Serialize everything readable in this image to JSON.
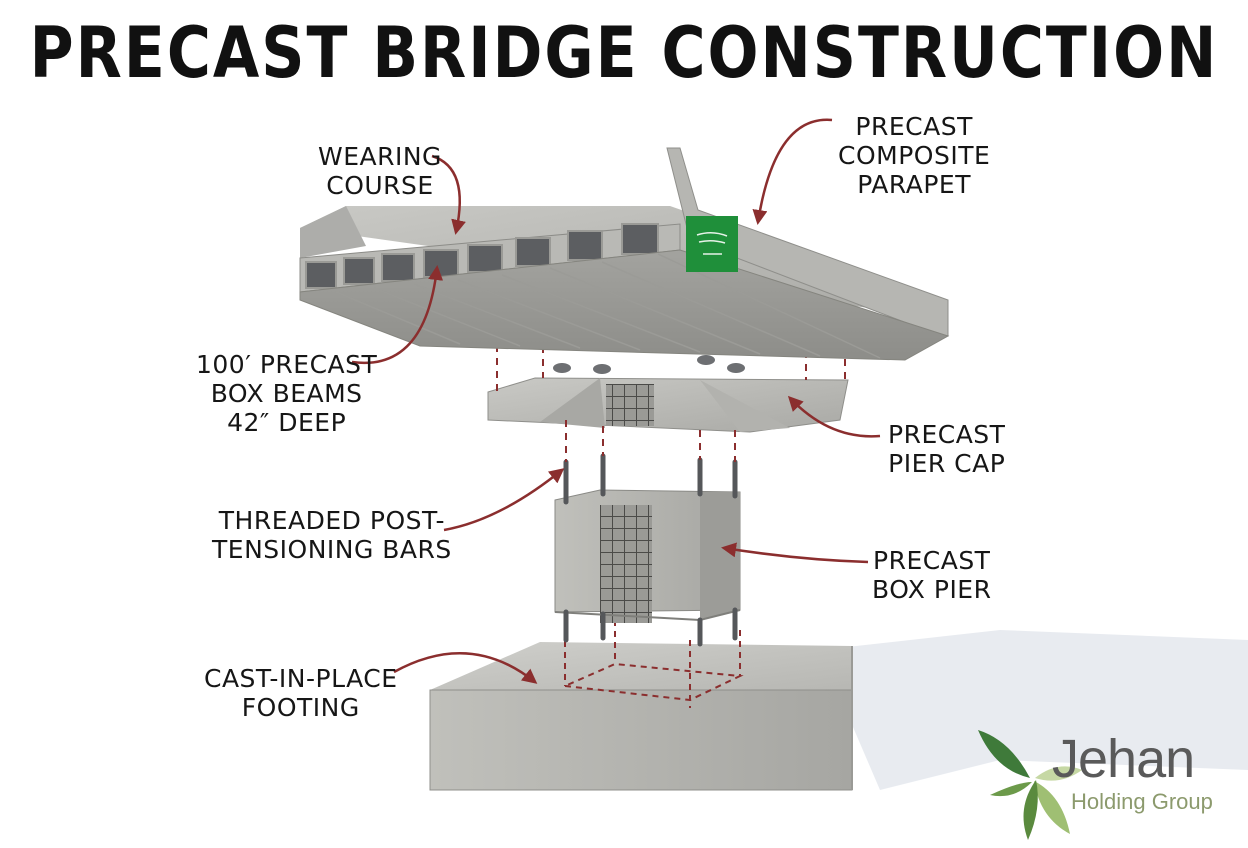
{
  "title": "PRECAST BRIDGE CONSTRUCTION",
  "labels": {
    "wearing_course": [
      "WEARING",
      "COURSE"
    ],
    "parapet": [
      "PRECAST",
      "COMPOSITE",
      "PARAPET"
    ],
    "box_beams": [
      "100′ PRECAST",
      "BOX BEAMS",
      "42″ DEEP"
    ],
    "pier_cap": [
      "PRECAST",
      "PIER CAP"
    ],
    "pt_bars": [
      "THREADED POST-",
      "TENSIONING BARS"
    ],
    "box_pier": [
      "PRECAST",
      "BOX PIER"
    ],
    "footing": [
      "CAST-IN-PLACE",
      "FOOTING"
    ]
  },
  "logo": {
    "name": "Jehan",
    "subtitle": "Holding Group"
  },
  "colors": {
    "annotation_arrow": "#8b2e2e",
    "concrete": "#b4b4b0",
    "flag_green": "#1f8f3a",
    "logo_green": "#3f7a3a"
  },
  "icons": [
    "curved-arrow-icon",
    "flag-icon",
    "leaf-logo-icon"
  ]
}
